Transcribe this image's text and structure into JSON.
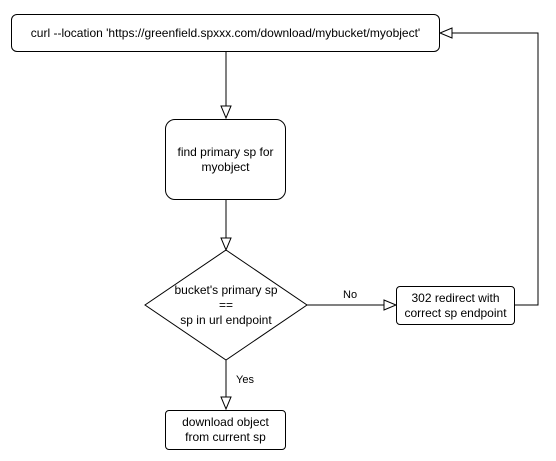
{
  "nodes": {
    "curl_command": "curl --location 'https://greenfield.spxxx.com/download/mybucket/myobject'",
    "find_primary_sp": "find primary sp for myobject",
    "decision_line1": "bucket's primary sp",
    "decision_line2": "==",
    "decision_line3": "sp in url endpoint",
    "redirect": "302 redirect with correct sp endpoint",
    "download": "download object from current sp"
  },
  "edges": {
    "no_label": "No",
    "yes_label": "Yes"
  },
  "colors": {
    "stroke": "#000000",
    "fill": "#ffffff",
    "background": "#ffffff"
  }
}
